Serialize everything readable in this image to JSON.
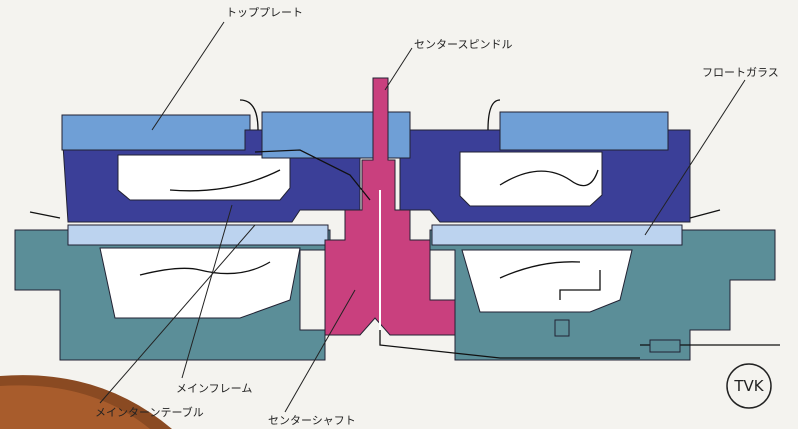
{
  "labels": {
    "top_plate": "トッププレート",
    "center_spindle": "センタースピンドル",
    "float_glass": "フロートガラス",
    "main_frame": "メインフレーム",
    "main_turntable": "メインターンテーブル",
    "center_shaft": "センターシャフト"
  },
  "logo": "TVK",
  "colors": {
    "top_plate": "#6f9fd6",
    "main_frame": "#3b3f98",
    "base": "#5b8e98",
    "glass": "#bcd3ef",
    "shaft": "#c9407e",
    "cavity": "#ffffff"
  }
}
